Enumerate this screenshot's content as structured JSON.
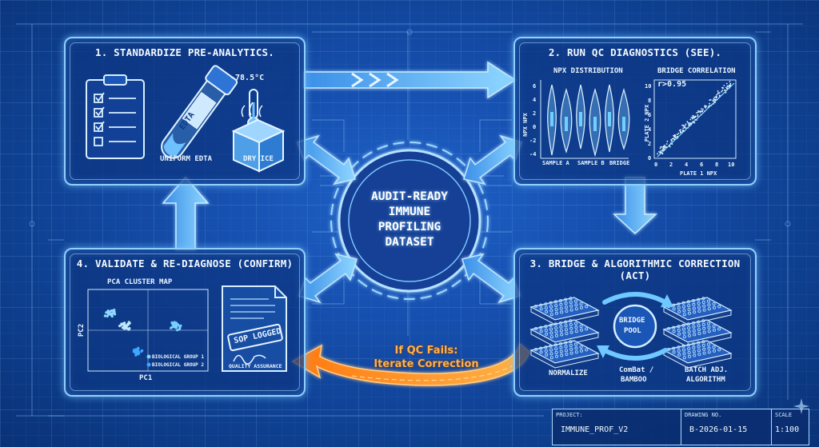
{
  "center": {
    "line1": "AUDIT-READY",
    "line2": "IMMUNE",
    "line3": "PROFILING",
    "line4": "DATASET"
  },
  "panel1": {
    "title": "1. STANDARDIZE PRE-ANALYTICS.",
    "edta_tube_label": "EDTA",
    "temperature": "-78.5°C",
    "label_edta": "UNIFORM EDTA",
    "label_ice": "DRY ICE"
  },
  "panel2": {
    "title": "2. RUN QC DIAGNOSTICS (SEE).",
    "violin_title": "NPX DISTRIBUTION",
    "violin_ylabel": "NPX NPX",
    "violin_yticks": [
      "6",
      "4",
      "2",
      "0",
      "-2",
      "-4"
    ],
    "violin_xlabels": [
      "SAMPLE A",
      "SAMPLE B",
      "BRIDGE"
    ],
    "scatter_title": "BRIDGE CORRELATION",
    "scatter_r": "r>0.95",
    "scatter_ylabel": "PLATE 2 NPX",
    "scatter_xlabel": "PLATE 1 NPX",
    "scatter_xticks": [
      "0",
      "2",
      "4",
      "6",
      "8",
      "10"
    ],
    "scatter_yticks": [
      "10",
      "8",
      "6",
      "4",
      "2",
      "0"
    ]
  },
  "panel3": {
    "title": "3. BRIDGE & ALGORITHMIC CORRECTION (ACT)",
    "bridge_line1": "BRIDGE",
    "bridge_line2": "POOL",
    "label_normalize": "NORMALIZE",
    "label_combat_1": "ComBat /",
    "label_combat_2": "BAMBOO",
    "label_batch_1": "BATCH ADJ.",
    "label_batch_2": "ALGORITHM"
  },
  "panel4": {
    "title": "4. VALIDATE & RE-DIAGNOSE (CONFIRM)",
    "pca_title": "PCA CLUSTER MAP",
    "pca_xlabel": "PC1",
    "pca_ylabel": "PC2",
    "legend_1": "BIOLOGICAL GROUP 1",
    "legend_2": "BIOLOGICAL GROUP 2",
    "stamp": "SOP LOGGED",
    "qa_label": "QUALITY ASSURANCE"
  },
  "fail_note": {
    "line1": "If QC Fails:",
    "line2": "Iterate Correction"
  },
  "title_block": {
    "project_key": "PROJECT:",
    "project_value": "IMMUNE_PROF_V2",
    "drawing_key": "DRAWING NO.",
    "drawing_value": "B-2026-01-15",
    "scale_key": "SCALE",
    "scale_value": "1:100"
  },
  "colors": {
    "background": "#164fae",
    "line": "#8fd0ff",
    "arrow_fill": "#5fbaff",
    "feedback_arrow": "#ff8a1f",
    "text": "#eaf6ff"
  }
}
